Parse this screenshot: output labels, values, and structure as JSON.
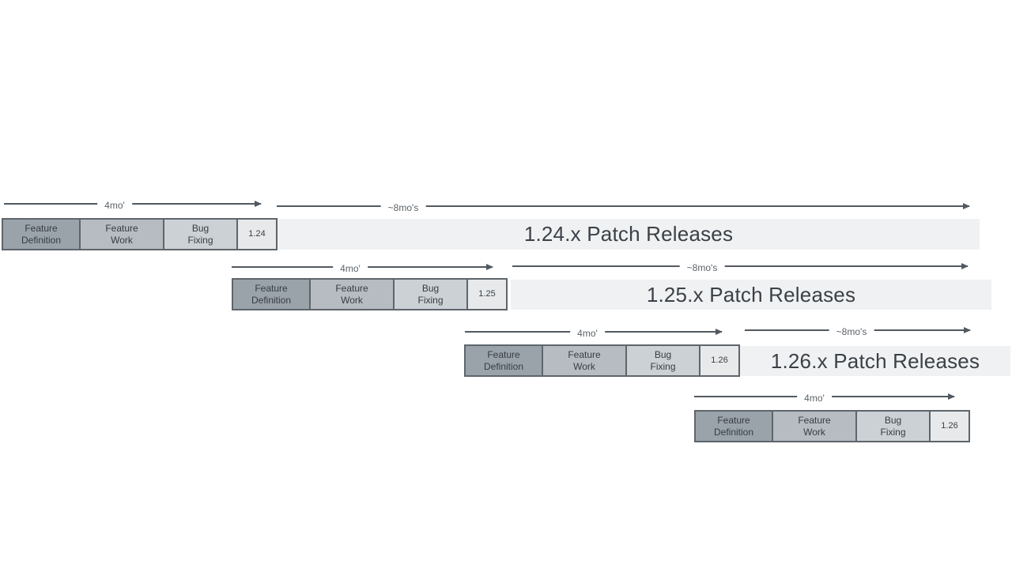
{
  "diagram": {
    "title": "release-cadence-timeline",
    "colors": {
      "feature_definition": "#9ba3aa",
      "feature_work": "#b6bcc2",
      "bug_fixing": "#ccd1d5",
      "version_box": "#e7e9eb",
      "patch_bar": "#f0f1f2",
      "box_border": "#5e656b",
      "arrow": "#525960"
    },
    "rows": [
      {
        "arrow_4mo_label": "4mo'",
        "arrow_8mo_label": "~8mo's",
        "phases": [
          {
            "label": "Feature\nDefinition"
          },
          {
            "label": "Feature\nWork"
          },
          {
            "label": "Bug\nFixing"
          }
        ],
        "version": "1.24",
        "patch_label": "1.24.x Patch Releases"
      },
      {
        "arrow_4mo_label": "4mo'",
        "arrow_8mo_label": "~8mo's",
        "phases": [
          {
            "label": "Feature\nDefinition"
          },
          {
            "label": "Feature\nWork"
          },
          {
            "label": "Bug\nFixing"
          }
        ],
        "version": "1.25",
        "patch_label": "1.25.x Patch Releases"
      },
      {
        "arrow_4mo_label": "4mo'",
        "arrow_8mo_label": "~8mo's",
        "phases": [
          {
            "label": "Feature\nDefinition"
          },
          {
            "label": "Feature\nWork"
          },
          {
            "label": "Bug\nFixing"
          }
        ],
        "version": "1.26",
        "patch_label": "1.26.x Patch Releases"
      },
      {
        "arrow_4mo_label": "4mo'",
        "phases": [
          {
            "label": "Feature\nDefinition"
          },
          {
            "label": "Feature\nWork"
          },
          {
            "label": "Bug\nFixing"
          }
        ],
        "version": "1.26"
      }
    ]
  }
}
